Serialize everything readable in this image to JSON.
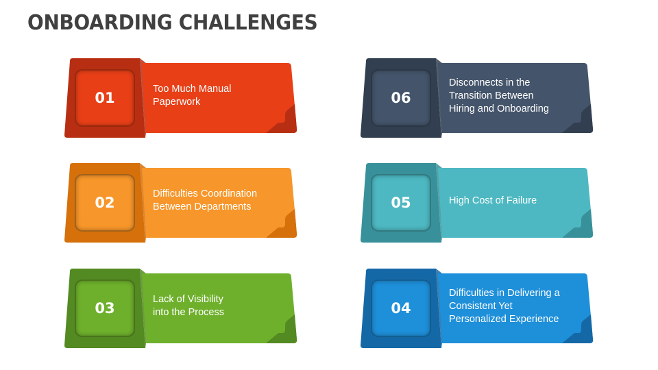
{
  "title": "ONBOARDING CHALLENGES",
  "cards": [
    {
      "number": "01",
      "text": "Too Much Manual\nPaperwork",
      "colors": {
        "main": "#E83F17",
        "dark": "#B82E12"
      }
    },
    {
      "number": "02",
      "text": "Difficulties Coordination\nBetween Departments",
      "colors": {
        "main": "#F7962A",
        "dark": "#D5700B"
      }
    },
    {
      "number": "03",
      "text": "Lack of Visibility\ninto the Process",
      "colors": {
        "main": "#6EB02C",
        "dark": "#538A21"
      }
    },
    {
      "number": "06",
      "text": "Disconnects in the\nTransition Between\nHiring and Onboarding",
      "colors": {
        "main": "#44546A",
        "dark": "#323F50"
      }
    },
    {
      "number": "05",
      "text": "High Cost of Failure",
      "colors": {
        "main": "#4DB8C2",
        "dark": "#38919A"
      }
    },
    {
      "number": "04",
      "text": "Difficulties in Delivering a\nConsistent Yet\nPersonalized Experience",
      "colors": {
        "main": "#1E8FD9",
        "dark": "#1568A6"
      }
    }
  ]
}
